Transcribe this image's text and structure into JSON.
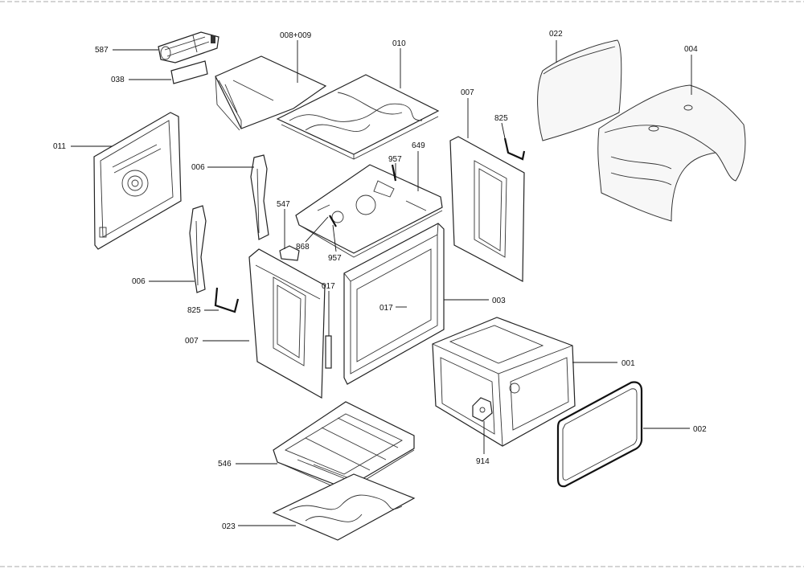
{
  "diagram": {
    "labels": {
      "l587": "587",
      "l038": "038",
      "l008_009": "008+009",
      "l010": "010",
      "l022": "022",
      "l004": "004",
      "l011": "011",
      "l006a": "006",
      "l006b": "006",
      "l007a": "007",
      "l007b": "007",
      "l825a": "825",
      "l825b": "825",
      "l957a": "957",
      "l957b": "957",
      "l649": "649",
      "l547": "547",
      "l868": "868",
      "l017a": "017",
      "l017b": "017",
      "l003": "003",
      "l001": "001",
      "l002": "002",
      "l914": "914",
      "l546": "546",
      "l023": "023"
    }
  }
}
